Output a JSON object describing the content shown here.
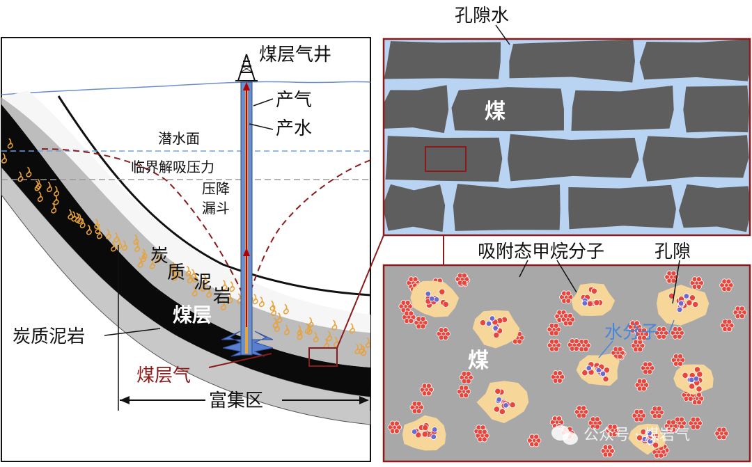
{
  "left_panel": {
    "well_label": "煤层气井",
    "gas_production": "产气",
    "water_production": "产水",
    "water_table": "潜水面",
    "critical_pressure": "临界解吸压力",
    "funnel_line1": "压降",
    "funnel_line2": "漏斗",
    "upper_rock_1": "炭",
    "upper_rock_2": "质",
    "upper_rock_3": "泥",
    "upper_rock_4": "岩",
    "coal_seam": "煤层",
    "lower_rock": "炭质泥岩",
    "cbm": "煤层气",
    "enrichment_zone": "富集区"
  },
  "top_right_panel": {
    "pore_water": "孔隙水",
    "coal": "煤"
  },
  "bottom_right_panel": {
    "adsorbed_methane": "吸附态甲烷分子",
    "pore": "孔隙",
    "water_molecule": "水分子",
    "coal": "煤"
  },
  "watermark": {
    "text": "公众号 · 煤岩气"
  },
  "colors": {
    "coal": "#0a0a0a",
    "rock_gray": "#bdbdbd",
    "rock_white": "#ffffff",
    "coal_block": "#5e5e5e",
    "pore_water": "#b9d4f2",
    "matrix_gray": "#a8a8a8",
    "frame_red": "#8b1a1a",
    "methane_red": "#e8453c",
    "water_blue": "#6a6ad0",
    "pore_fill": "#f7d69a",
    "well_blue": "#6b8fc8",
    "well_gold": "#e8a23a"
  }
}
